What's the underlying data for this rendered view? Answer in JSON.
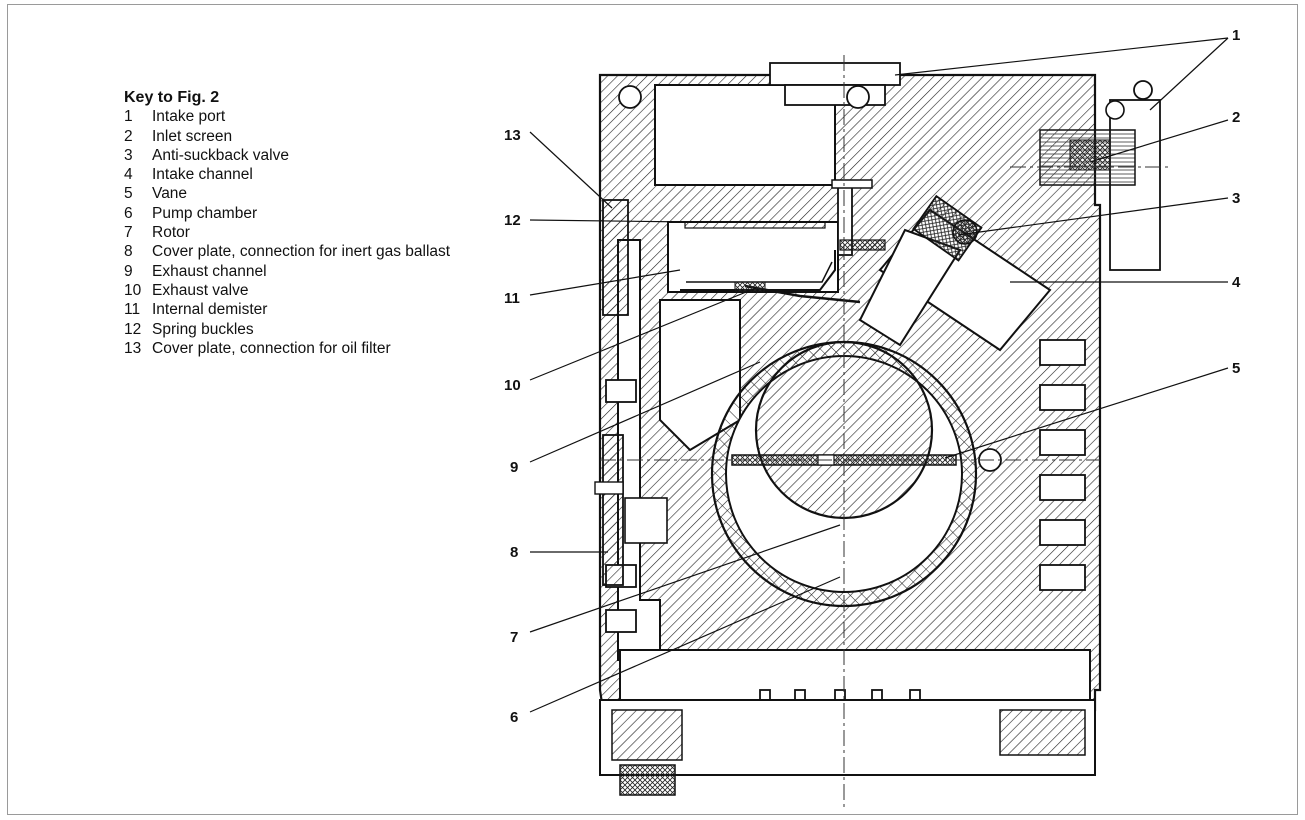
{
  "key": {
    "title": "Key to Fig. 2",
    "items": [
      {
        "num": "1",
        "label": "Intake port"
      },
      {
        "num": "2",
        "label": "Inlet screen"
      },
      {
        "num": "3",
        "label": "Anti-suckback valve"
      },
      {
        "num": "4",
        "label": "Intake channel"
      },
      {
        "num": "5",
        "label": "Vane"
      },
      {
        "num": "6",
        "label": "Pump chamber"
      },
      {
        "num": "7",
        "label": "Rotor"
      },
      {
        "num": "8",
        "label": "Cover plate, connection for inert gas ballast"
      },
      {
        "num": "9",
        "label": "Exhaust channel"
      },
      {
        "num": "10",
        "label": "Exhaust valve"
      },
      {
        "num": "11",
        "label": "Internal demister"
      },
      {
        "num": "12",
        "label": "Spring buckles"
      },
      {
        "num": "13",
        "label": "Cover plate, connection for oil filter"
      }
    ]
  },
  "callouts": [
    "1",
    "2",
    "3",
    "4",
    "5",
    "6",
    "7",
    "8",
    "9",
    "10",
    "11",
    "12",
    "13"
  ]
}
